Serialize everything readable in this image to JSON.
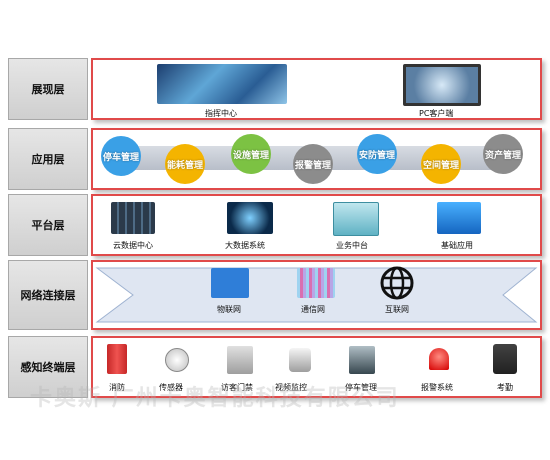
{
  "layers": [
    {
      "label": "展现层",
      "items": [
        "指挥中心",
        "PC客户端"
      ]
    },
    {
      "label": "应用层",
      "items": [
        "停车管理",
        "能耗管理",
        "设施管理",
        "报警管理",
        "安防管理",
        "空间管理",
        "资产管理"
      ]
    },
    {
      "label": "平台层",
      "items": [
        "云数据中心",
        "大数据系统",
        "业务中台",
        "基础应用"
      ]
    },
    {
      "label": "网络连接层",
      "items": [
        "物联网",
        "通信网",
        "互联网"
      ]
    },
    {
      "label": "感知终端层",
      "items": [
        "消防",
        "传感器",
        "访客门禁",
        "视频监控",
        "停车管理",
        "报警系统",
        "考勤"
      ]
    }
  ],
  "colors": {
    "border": "#e04a4a",
    "blue": "#3aa0e6",
    "yellow": "#f4b400",
    "green": "#7cc243",
    "gray": "#8c8c8c"
  },
  "watermark": "卡奥斯  广州卡奥智能科技有限公司"
}
